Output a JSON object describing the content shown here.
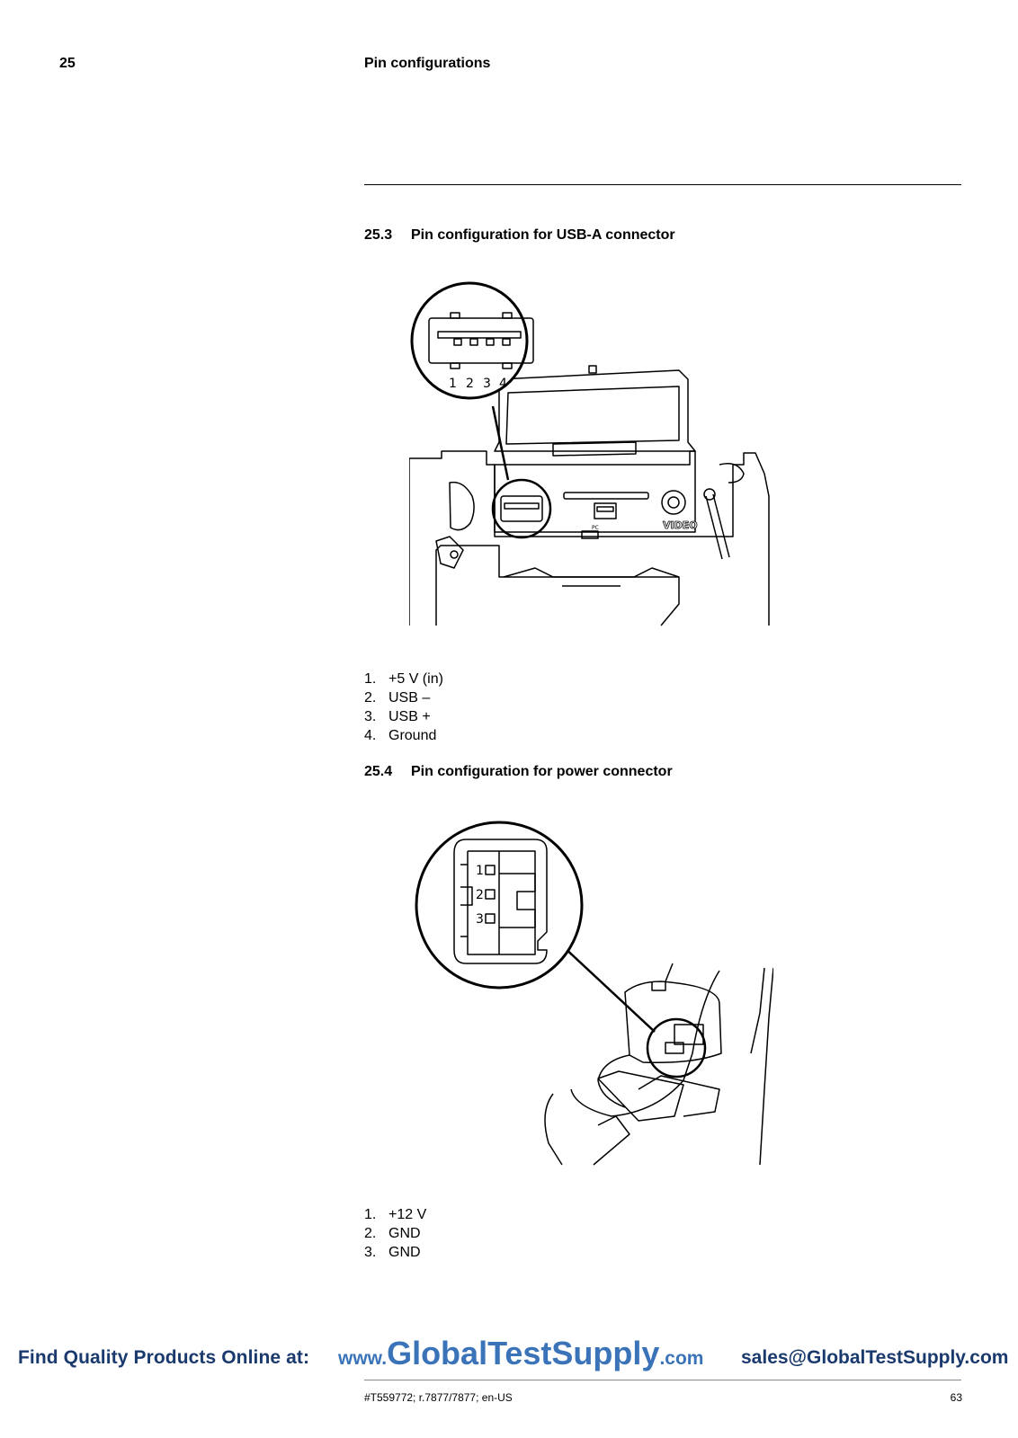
{
  "header": {
    "chapter_number": "25",
    "chapter_title": "Pin configurations"
  },
  "sections": [
    {
      "number": "25.3",
      "title": "Pin configuration for USB-A connector",
      "figure": {
        "pin_numbers": [
          "1",
          "2",
          "3",
          "4"
        ],
        "video_label": "VIDEO",
        "pc_label": "PC"
      },
      "pins": [
        {
          "n": "1.",
          "label": "+5 V (in)"
        },
        {
          "n": "2.",
          "label": "USB –"
        },
        {
          "n": "3.",
          "label": "USB +"
        },
        {
          "n": "4.",
          "label": "Ground"
        }
      ]
    },
    {
      "number": "25.4",
      "title": "Pin configuration for power connector",
      "figure": {
        "pin_numbers": [
          "1",
          "2",
          "3"
        ]
      },
      "pins": [
        {
          "n": "1.",
          "label": "+12 V"
        },
        {
          "n": "2.",
          "label": "GND"
        },
        {
          "n": "3.",
          "label": "GND"
        }
      ]
    }
  ],
  "footer": {
    "find_text": "Find Quality Products Online at:",
    "url_prefix": "www.",
    "url_main": "GlobalTestSupply",
    "url_suffix": ".com",
    "email": "sales@GlobalTestSupply.com",
    "doc_id": "#T559772; r.7877/7877; en-US",
    "page_number": "63"
  }
}
